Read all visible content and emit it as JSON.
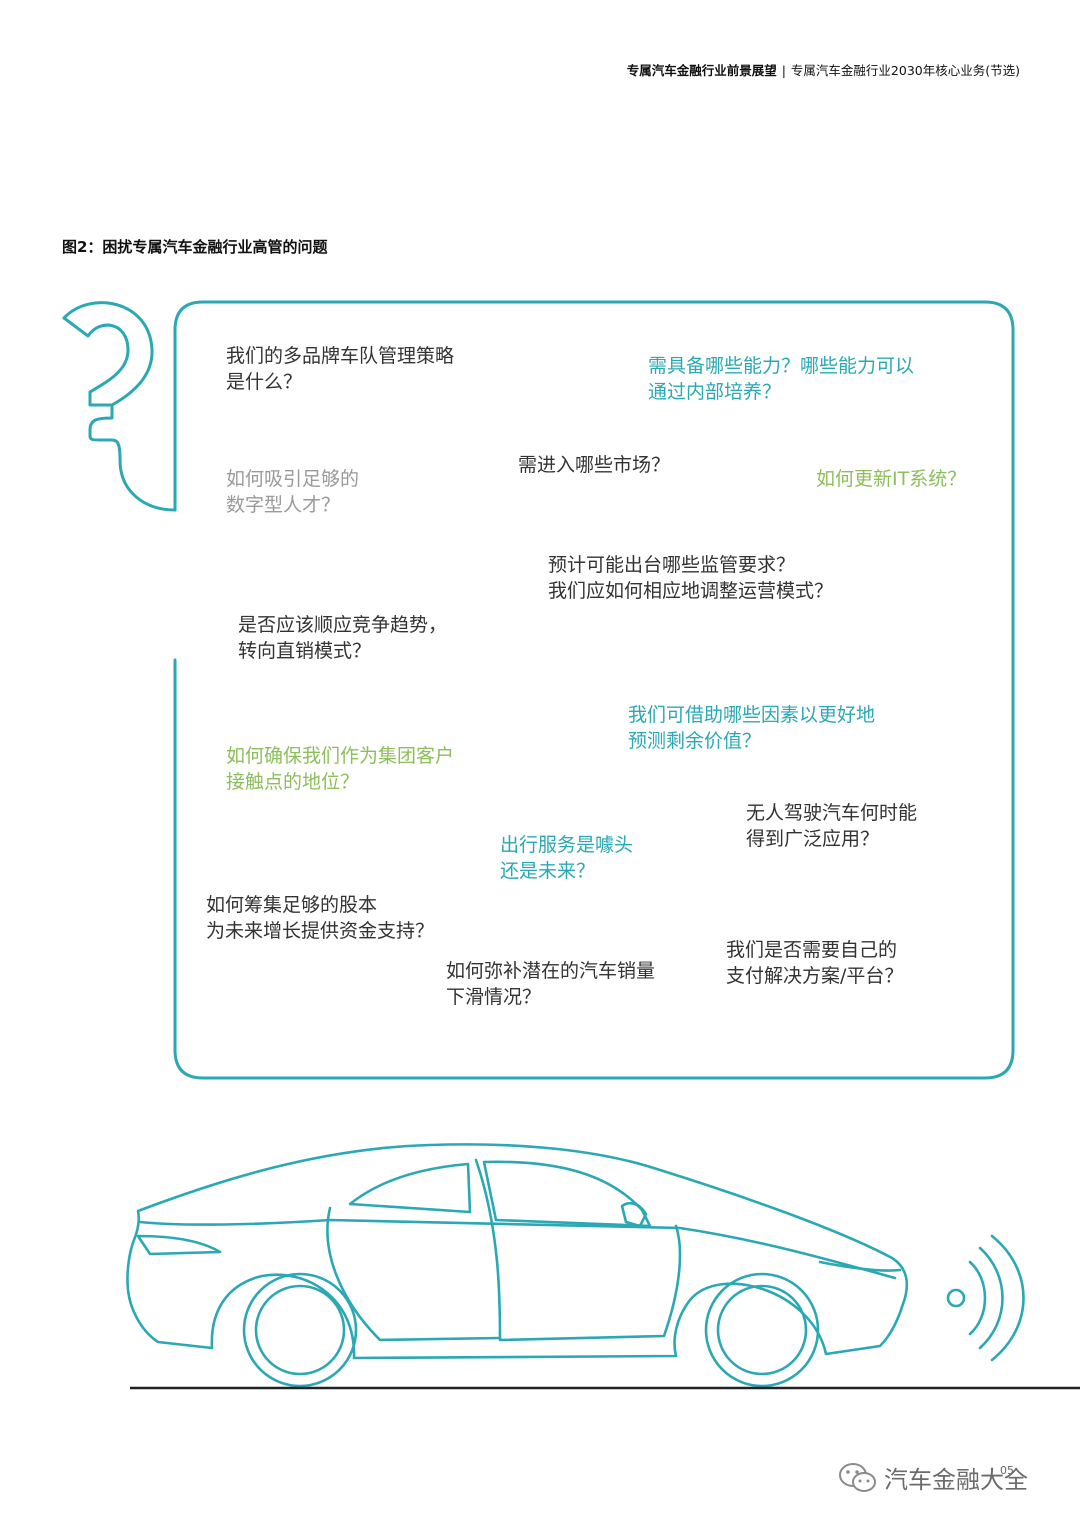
{
  "header": {
    "left": "专属汽车金融行业前景展望",
    "separator": "|",
    "right": "专属汽车金融行业2030年核心业务(节选)"
  },
  "figure_title": "图2：困扰专属汽车金融行业高管的问题",
  "questions": [
    {
      "lines": [
        "我们的多品牌车队管理策略",
        "是什么？"
      ],
      "color": "#333333"
    },
    {
      "lines": [
        "需具备哪些能力？哪些能力可以",
        "通过内部培养？"
      ],
      "color": "#2aa8b4"
    },
    {
      "lines": [
        "需进入哪些市场？"
      ],
      "color": "#333333"
    },
    {
      "lines": [
        "如何吸引足够的",
        "数字型人才？"
      ],
      "color": "#9a9a9a"
    },
    {
      "lines": [
        "如何更新IT系统？"
      ],
      "color": "#8cbf5a"
    },
    {
      "lines": [
        "预计可能出台哪些监管要求？",
        "我们应如何相应地调整运营模式？"
      ],
      "color": "#333333"
    },
    {
      "lines": [
        "是否应该顺应竞争趋势，",
        "转向直销模式？"
      ],
      "color": "#333333"
    },
    {
      "lines": [
        "我们可借助哪些因素以更好地",
        "预测剩余价值？"
      ],
      "color": "#2aa8b4"
    },
    {
      "lines": [
        "如何确保我们作为集团客户",
        "接触点的地位？"
      ],
      "color": "#8cbf5a"
    },
    {
      "lines": [
        "无人驾驶汽车何时能",
        "得到广泛应用？"
      ],
      "color": "#333333"
    },
    {
      "lines": [
        "出行服务是噱头",
        "还是未来？"
      ],
      "color": "#2aa8b4"
    },
    {
      "lines": [
        "如何筹集足够的股本",
        "为未来增长提供资金支持？"
      ],
      "color": "#333333"
    },
    {
      "lines": [
        "我们是否需要自己的",
        "支付解决方案/平台？"
      ],
      "color": "#333333"
    },
    {
      "lines": [
        "如何弥补潜在的汽车销量",
        "下滑情况？"
      ],
      "color": "#333333"
    }
  ],
  "page_number": "05",
  "watermark": "汽车金融大全",
  "colors": {
    "accent": "#2aa8b4",
    "text": "#333333",
    "gray": "#9a9a9a",
    "green": "#8cbf5a"
  }
}
